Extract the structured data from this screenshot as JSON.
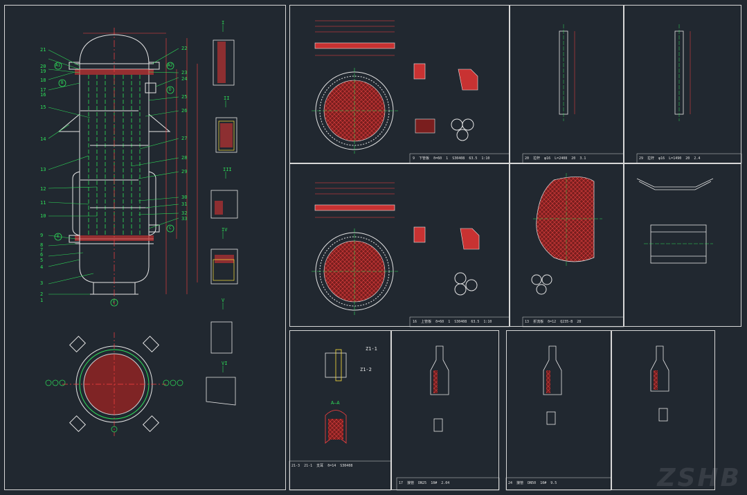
{
  "drawing": {
    "vessel_callouts_left": [
      "21",
      "20",
      "19",
      "18",
      "17",
      "16",
      "15",
      "14",
      "13",
      "12",
      "11",
      "10",
      "9",
      "8",
      "7",
      "6",
      "5",
      "4",
      "3",
      "2",
      "1"
    ],
    "vessel_callouts_right": [
      "22",
      "23",
      "24",
      "25",
      "26",
      "27",
      "28",
      "29",
      "30",
      "31",
      "32",
      "33"
    ],
    "nozzle_labels": [
      "A1",
      "A2",
      "B",
      "C",
      "D",
      "E",
      "F"
    ],
    "section_labels": [
      "I",
      "II",
      "III",
      "IV",
      "V",
      "VI"
    ],
    "detail_labels": [
      "A—A",
      "Z1-1",
      "Z1-2"
    ],
    "title_rows": {
      "sheet_top_mid": [
        "9",
        "下管板",
        "δ=60",
        "1",
        "S30408",
        "63.5",
        "1:10"
      ],
      "sheet_bot_mid": [
        "16",
        "上管板",
        "δ=60",
        "1",
        "S30408",
        "63.5",
        "1:10"
      ],
      "sheet_rod_1": [
        "20",
        "拉杆",
        "φ16",
        "L=2408",
        "20",
        "3.1"
      ],
      "sheet_rod_2": [
        "29",
        "拉杆",
        "φ16",
        "L=1490",
        "20",
        "2.4"
      ],
      "sheet_baffle": [
        "13",
        "折流板",
        "δ=12",
        "Q235-B",
        "28"
      ],
      "sheet_bottom_left": [
        "21-3",
        "21-1",
        "支耳",
        "δ=14",
        "S30408"
      ],
      "sheet_pipe_1": [
        "17",
        "接管",
        "DN25",
        "10#",
        "2.04"
      ],
      "sheet_pipe_2": [
        "24",
        "接管",
        "DN50",
        "10#",
        "9.5"
      ]
    },
    "watermark": "ZSHB"
  }
}
